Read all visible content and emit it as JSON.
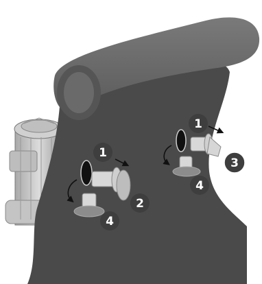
{
  "diagram": {
    "colors": {
      "pool_wall": "#4a4a4a",
      "top_rail": "#6a6a6a",
      "filter_pump": "#c8c8c8",
      "fitting": "#d8d8d8",
      "badge": "#3e3e3e",
      "badge_text": "#ffffff"
    },
    "callouts": [
      {
        "id": "c1a",
        "label": "1"
      },
      {
        "id": "c1b",
        "label": "1"
      },
      {
        "id": "c2",
        "label": "2"
      },
      {
        "id": "c3",
        "label": "3"
      },
      {
        "id": "c4a",
        "label": "4"
      },
      {
        "id": "c4b",
        "label": "4"
      }
    ],
    "icons": [
      "rotate-arrow-icon",
      "direction-arrow-icon"
    ]
  }
}
